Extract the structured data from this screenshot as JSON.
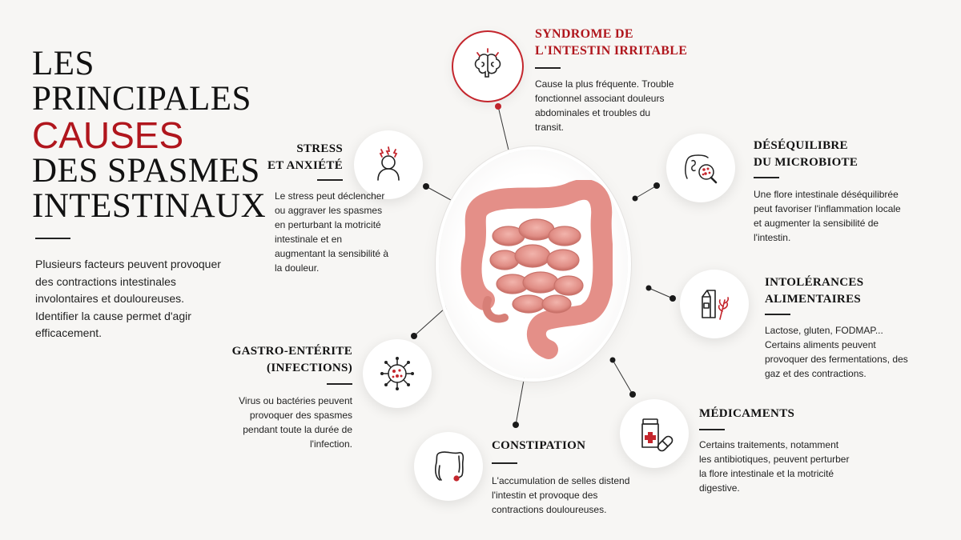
{
  "title": {
    "line1": "LES",
    "line2": "PRINCIPALES",
    "line3": "CAUSES",
    "line4": "DES SPASMES",
    "line5": "INTESTINAUX"
  },
  "intro": "Plusieurs facteurs peuvent provoquer des contractions intestinales involontaires et douloureuses. Identifier la cause permet d'agir efficacement.",
  "colors": {
    "accent": "#b0161d",
    "text": "#222222",
    "background": "#f7f6f4"
  },
  "causes": {
    "ibs": {
      "title_line1": "SYNDROME DE",
      "title_line2": "L'INTESTIN IRRITABLE",
      "description": "Cause la plus fréquente. Trouble fonctionnel associant douleurs abdominales et troubles du transit.",
      "icon": "brain-icon"
    },
    "stress": {
      "title_line1": "STRESS",
      "title_line2": "ET ANXIÉTÉ",
      "description": "Le stress peut déclencher ou aggraver les spasmes en perturbant la motricité intestinale et en augmentant la sensibilité à la douleur.",
      "icon": "stressed-person-icon"
    },
    "microbiote": {
      "title_line1": "DÉSÉQUILIBRE",
      "title_line2": "DU MICROBIOTE",
      "description": "Une flore intestinale déséquilibrée peut favoriser l'inflammation locale et augmenter la sensibilité de l'intestin.",
      "icon": "intestine-magnifier-icon"
    },
    "intolerances": {
      "title_line1": "INTOLÉRANCES",
      "title_line2": "ALIMENTAIRES",
      "description": "Lactose, gluten, FODMAP... Certains aliments peuvent provoquer des fermentations, des gaz et des contractions.",
      "icon": "milk-wheat-icon"
    },
    "gastro": {
      "title_line1": "GASTRO-ENTÉRITE",
      "title_line2": "(INFECTIONS)",
      "description": "Virus ou bactéries peuvent provoquer des spasmes pendant toute la durée de l'infection.",
      "icon": "virus-icon"
    },
    "constipation": {
      "title_line1": "CONSTIPATION",
      "description": "L'accumulation de selles distend l'intestin et provoque des contractions douloureuses.",
      "icon": "colon-icon"
    },
    "medicaments": {
      "title_line1": "MÉDICAMENTS",
      "description": "Certains traitements, notamment les antibiotiques, peuvent perturber la flore intestinale et la motricité digestive.",
      "icon": "pill-bottle-icon"
    }
  }
}
